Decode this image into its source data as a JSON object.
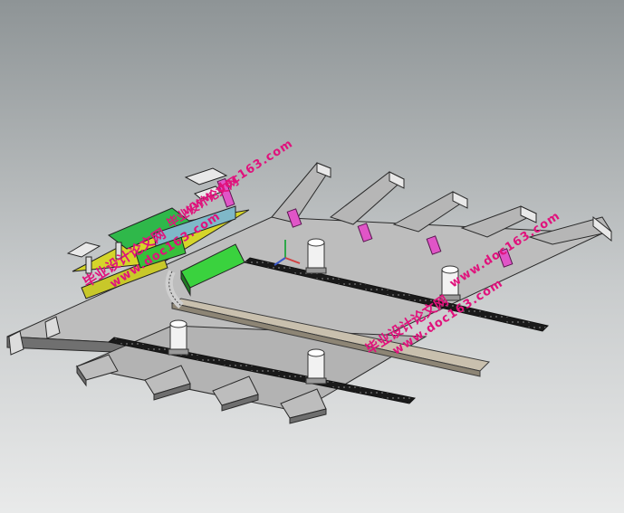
{
  "watermarks": [
    {
      "cn": "毕业设计论文网",
      "url": "www.doc163.com"
    },
    {
      "cn": "毕业设计论文网",
      "url": "www.doc163.com"
    },
    {
      "cn": "毕业设计论文网",
      "url": "www.doc163.com"
    },
    {
      "cn": "",
      "url": "www.doc163.com"
    }
  ],
  "colors": {
    "background_top": "#8e9496",
    "background_bottom": "#e6e8e8",
    "plate_top": "#b9b9b9",
    "plate_side": "#6f6f6f",
    "edge": "#2a2a2a",
    "rail": "#1c1c1c",
    "green_part": "#38c43a",
    "yellow_part": "#d6d62c",
    "pink_post": "#e050c8",
    "tan_rail": "#c8bfae"
  },
  "icons": [
    "coordinate-axes-icon"
  ]
}
